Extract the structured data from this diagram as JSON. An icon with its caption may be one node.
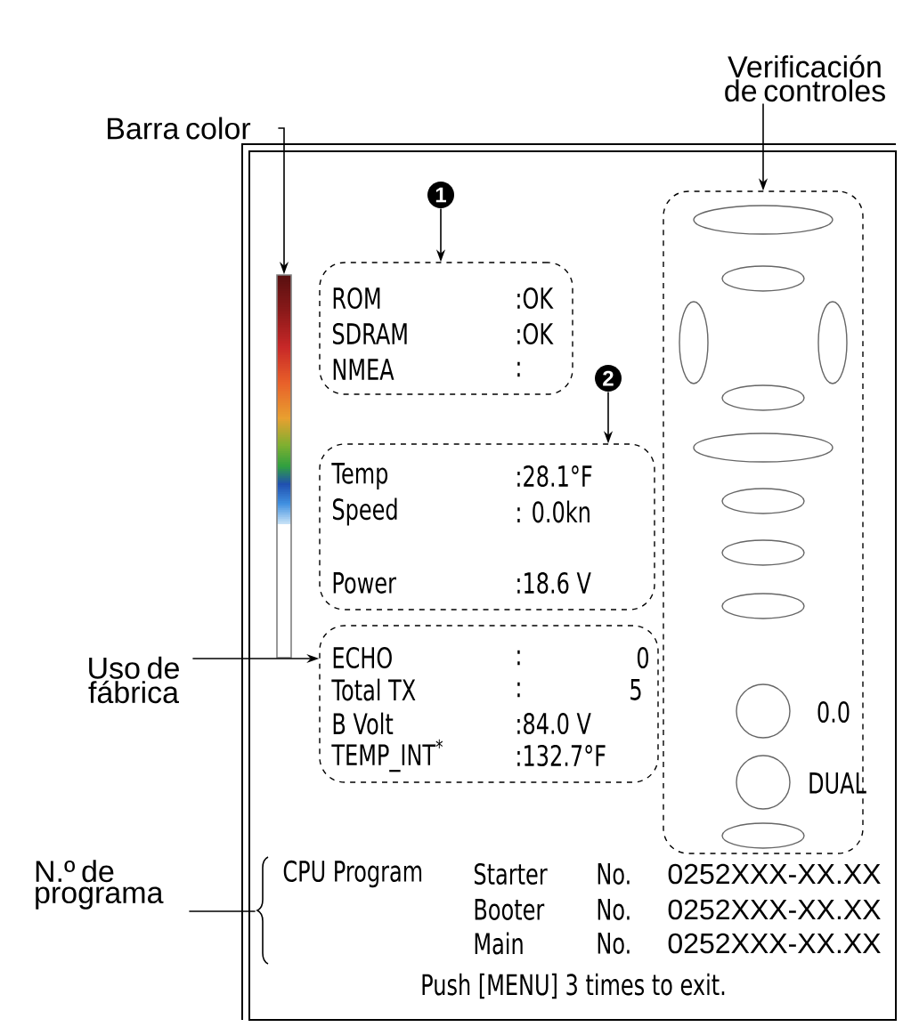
{
  "diagram": {
    "nodes": [
      {
        "text": [
          "Barra color"
        ]
      },
      {
        "text": [
          "Verificación de controles"
        ]
      },
      {
        "text": [],
        "shape": "box"
      },
      {
        "text": [
          "1"
        ],
        "in": 2
      },
      {
        "text": [],
        "shape": "bar",
        "in": 2
      },
      {
        "text": [
          "ROM",
          ":OK",
          "SDRAM",
          ":OK",
          "NMEA",
          ":"
        ],
        "in": 2
      },
      {
        "text": [
          "2"
        ],
        "in": 2
      },
      {
        "text": [
          "Temp",
          ":28.1°F",
          "Speed",
          ": 0.0kn",
          "Power",
          ":18.6 V"
        ],
        "in": 2
      },
      {
        "text": [
          "Uso de fábrica"
        ]
      },
      {
        "text": [
          "ECHO",
          ":",
          "0",
          "Total TX",
          ":",
          "5",
          "B Volt",
          ":84.0 V",
          "TEMP_INT$^{*}$",
          ":132.7°F"
        ],
        "in": 2
      },
      {
        "text": [],
        "shape": "box",
        "in": 2
      },
      {
        "text": [
          "N.º de programa"
        ]
      },
      {
        "text": [],
        "shape": "brace",
        "in": 2
      }
    ],
    "edges": [
      {
        "from": 0,
        "to": 4,
        "arrow": "to"
      },
      {
        "from": 1,
        "to": 10,
        "arrow": "to"
      },
      {
        "from": 3,
        "to": 5,
        "arrow": "to"
      },
      {
        "from": 6,
        "to": 7,
        "arrow": "to"
      },
      {
        "from": 8,
        "to": 9,
        "arrow": "to"
      },
      {
        "from": 11,
        "to": 12,
        "arrow": "none"
      }
    ],
    "labels": [
      "0.0",
      "DUAL",
      "CPU Program",
      "Starter",
      "No.",
      "0252XXX-XX.XX",
      "Booter",
      "No.",
      "0252XXX-XX.XX",
      "Main",
      "No.",
      "0252XXX-XX.XX",
      "Push [MENU] 3 times to exit."
    ]
  }
}
